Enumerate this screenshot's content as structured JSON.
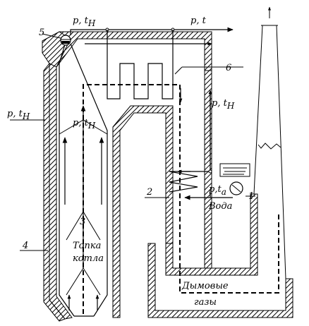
{
  "labels": {
    "drum_num": "5",
    "superheater_num": "6",
    "pump_num": "1",
    "economizer_num": "2",
    "screen_num": "4",
    "furnace_num": "3",
    "top_left_pt": "p, t",
    "top_left_pt_sub": "Н",
    "top_right_pt": "p, t",
    "right_pt": "p, t",
    "right_pt_sub": "Н",
    "left_pt": "p, t",
    "left_pt_sub": "Н",
    "center_pt": "p, t",
    "center_pt_sub": "Н",
    "water_pt": "p,t",
    "water_pt_sub": "а",
    "water": "Вода",
    "furnace_line1": "Топка",
    "furnace_line2": "котла",
    "flue_line1": "Дымовые",
    "flue_line2": "газы"
  }
}
